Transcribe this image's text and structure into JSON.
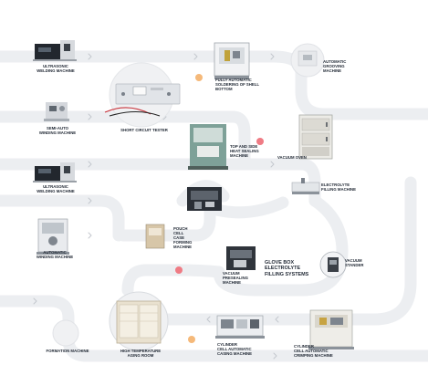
{
  "labels": {
    "ultrasonic_top": "ULTRASONIC\nWELDING MACHINE",
    "semi_auto": "SEMI-AUTO\nWINDING MACHINE",
    "short_circuit": "SHORT CIRCUIT TESTER",
    "shell_bottom": "FULLY AUTOMATIC\nSOLDERING OF SHELL\nBOTTOM",
    "grooving": "AUTOMATIC\nGROOVING\nMACHINE",
    "heat_sealing": "TOP AND SIDE\nHEAT SEALING\nMACHINE",
    "vacuum_oven": "VACUUM OVEN",
    "ultrasonic_mid": "ULTRASONIC\nWELDING MACHINE",
    "electrolyte": "ELECTROLYTE\nFILLING MACHINE",
    "pouch_forming": "POUCH\nCELL\nCASE\nFORMING\nMACHINE",
    "auto_winding": "AUTOMATIC\nWINDING MACHINE",
    "glove_box": "GLOVE BOX\nELECTROLYTE\nFILLING SYSTEMS",
    "vacuum_presealing": "VACUUM\nPRESEALING\nMACHINE",
    "vacuum_standing": "VACUUM\nSTANDER",
    "formation": "FORMATION MACHINE",
    "aging_room": "HIGH TEMPERATURE\nAGING ROOM",
    "casing": "CYLINDER\nCELL AUTOMATIC\nCASING MACHINE",
    "crimping": "CYLINDER\nCELL AUTOMATIC\nCRIMPING MACHINE"
  },
  "colors": {
    "track": "#eceef1",
    "chevron": "#c4c8ce",
    "dot_orange": "#f5b97a",
    "dot_red": "#ef7b84",
    "text": "#1f2733"
  }
}
